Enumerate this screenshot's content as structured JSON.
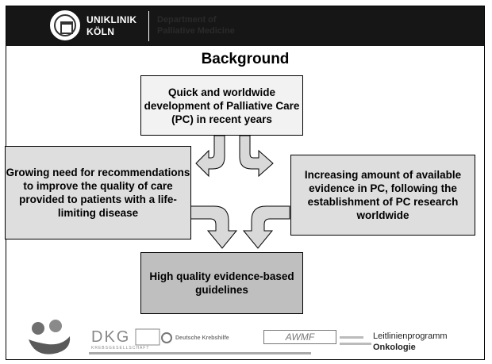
{
  "header": {
    "university": [
      "UNIKLINIK",
      "KÖLN"
    ],
    "department": [
      "Department of",
      "Palliative Medicine"
    ]
  },
  "slide": {
    "title": "Background",
    "boxes": {
      "top": "Quick and worldwide development of Palliative Care (PC) in recent years",
      "left": "Growing need for recommendations to improve the quality of care provided to patients with a life-limiting disease",
      "right": "Increasing amount of available evidence in PC, following the establishment of PC research worldwide",
      "bottom": "High quality evidence-based guidelines"
    }
  },
  "footer": {
    "dkg": "DKG",
    "dkg_sub": "KREBSGESELLSCHAFT",
    "krebshilfe": "Deutsche Krebshilfe",
    "awmf": "AWMF",
    "program": [
      "Leitlinienprogramm",
      "Onkologie"
    ]
  },
  "colors": {
    "header_bg": "#161616",
    "box_top": "#f2f2f2",
    "box_side": "#dedede",
    "box_bottom": "#bfbfbf",
    "arrow_fill": "#d9d9d9"
  }
}
